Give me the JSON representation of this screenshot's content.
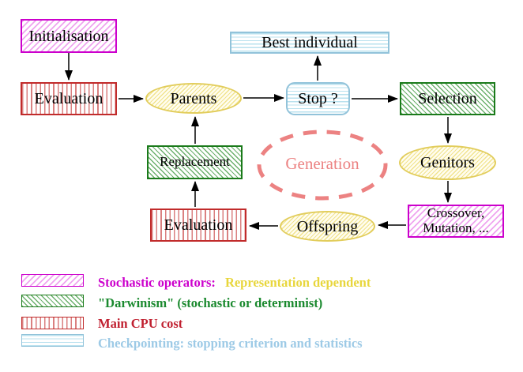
{
  "nodes": {
    "initialisation": {
      "label": "Initialisation"
    },
    "evaluation_top": {
      "label": "Evaluation"
    },
    "parents": {
      "label": "Parents"
    },
    "best_individual": {
      "label": "Best individual"
    },
    "stop": {
      "label": "Stop ?"
    },
    "selection": {
      "label": "Selection"
    },
    "genitors": {
      "label": "Genitors"
    },
    "crossover_mutation": {
      "line1": "Crossover,",
      "line2": "Mutation, ..."
    },
    "offspring": {
      "label": "Offspring"
    },
    "evaluation_bottom": {
      "label": "Evaluation"
    },
    "replacement": {
      "label": "Replacement"
    },
    "generation": {
      "label": "Generation"
    }
  },
  "legend": {
    "items": [
      {
        "swatch": "magenta-diagonal-hatch",
        "label": "Stochastic operators:",
        "label2": "Representation dependent",
        "color": "#cc00cc",
        "color2": "#e8d63c"
      },
      {
        "swatch": "green-diagonal-hatch",
        "label": "\"Darwinism\" (stochastic or determinist)",
        "color": "#1b8a2f"
      },
      {
        "swatch": "red-vertical-stripes",
        "label": "Main CPU cost",
        "color": "#c02030"
      },
      {
        "swatch": "cyan-horizontal-stripes",
        "label": "Checkpointing: stopping criterion and statistics",
        "color": "#9dcae6"
      }
    ]
  },
  "colors": {
    "stochastic_border": "#cc00cc",
    "darwinism_border": "#1a7a1a",
    "cpu_cost_border": "#c12b2b",
    "checkpoint_border": "#92c3da",
    "population_ellipse": "#e2cd5c",
    "generation_dashed": "#ec8282",
    "arrow": "#000000",
    "background": "#ffffff"
  }
}
